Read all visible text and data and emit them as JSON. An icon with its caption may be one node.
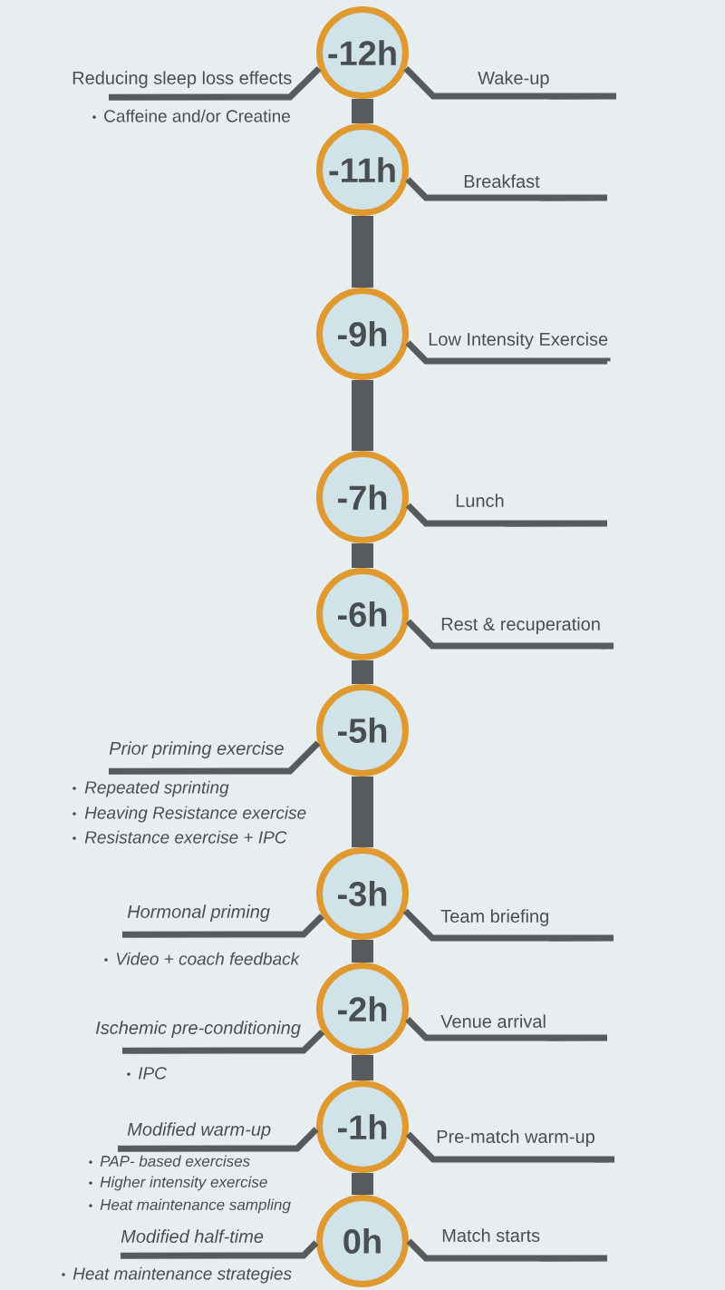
{
  "diagram": {
    "nodes": [
      {
        "text": [
          "Reducing sleep loss effects"
        ],
        "beside": [
          "Caffeine and/or Creatine"
        ]
      },
      {
        "text": [
          "-12h"
        ]
      },
      {
        "text": [
          "Wake-up"
        ]
      },
      {
        "text": [
          "-11h"
        ]
      },
      {
        "text": [
          "Breakfast"
        ]
      },
      {
        "text": [
          "-9h"
        ]
      },
      {
        "text": [
          "Low Intensity Exercise"
        ]
      },
      {
        "text": [
          "-7h"
        ]
      },
      {
        "text": [
          "Lunch"
        ]
      },
      {
        "text": [
          "-6h"
        ]
      },
      {
        "text": [
          "Rest & recuperation"
        ]
      },
      {
        "text": [
          "Prior priming exercise"
        ],
        "beside": [
          "Repeated sprinting",
          "Heaving Resistance exercise",
          "Resistance exercise + IPC"
        ]
      },
      {
        "text": [
          "-5h"
        ]
      },
      {
        "text": [
          "Hormonal priming"
        ],
        "beside": [
          "Video + coach feedback"
        ]
      },
      {
        "text": [
          "-3h"
        ]
      },
      {
        "text": [
          "Team briefing"
        ]
      },
      {
        "text": [
          "Ischemic pre-conditioning"
        ],
        "beside": [
          "IPC"
        ]
      },
      {
        "text": [
          "-2h"
        ]
      },
      {
        "text": [
          "Venue arrival"
        ]
      },
      {
        "text": [
          "Modified warm-up"
        ],
        "beside": [
          "PAP- based exercises",
          "Higher intensity exercise",
          "Heat maintenance sampling"
        ]
      },
      {
        "text": [
          "-1h"
        ]
      },
      {
        "text": [
          "Pre-match warm-up"
        ]
      },
      {
        "text": [
          "Modified half-time"
        ],
        "beside": [
          "Heat maintenance strategies"
        ]
      },
      {
        "text": [
          "0h"
        ]
      },
      {
        "text": [
          "Match starts"
        ]
      }
    ],
    "edges": [
      {
        "from": 1,
        "to": 0,
        "arrow": "none"
      },
      {
        "from": 1,
        "to": 2,
        "arrow": "none"
      },
      {
        "from": 1,
        "to": 3,
        "arrow": "none",
        "style": "thick"
      },
      {
        "from": 3,
        "to": 4,
        "arrow": "none"
      },
      {
        "from": 3,
        "to": 5,
        "arrow": "none",
        "style": "thick"
      },
      {
        "from": 5,
        "to": 6,
        "arrow": "none"
      },
      {
        "from": 5,
        "to": 7,
        "arrow": "none",
        "style": "thick"
      },
      {
        "from": 7,
        "to": 8,
        "arrow": "none"
      },
      {
        "from": 7,
        "to": 9,
        "arrow": "none",
        "style": "thick"
      },
      {
        "from": 9,
        "to": 10,
        "arrow": "none"
      },
      {
        "from": 9,
        "to": 12,
        "arrow": "none",
        "style": "thick"
      },
      {
        "from": 12,
        "to": 11,
        "arrow": "none"
      },
      {
        "from": 12,
        "to": 14,
        "arrow": "none",
        "style": "thick"
      },
      {
        "from": 14,
        "to": 13,
        "arrow": "none"
      },
      {
        "from": 14,
        "to": 15,
        "arrow": "none"
      },
      {
        "from": 14,
        "to": 17,
        "arrow": "none",
        "style": "thick"
      },
      {
        "from": 17,
        "to": 16,
        "arrow": "none"
      },
      {
        "from": 17,
        "to": 18,
        "arrow": "none"
      },
      {
        "from": 17,
        "to": 20,
        "arrow": "none",
        "style": "thick"
      },
      {
        "from": 20,
        "to": 19,
        "arrow": "none"
      },
      {
        "from": 20,
        "to": 21,
        "arrow": "none"
      },
      {
        "from": 20,
        "to": 23,
        "arrow": "none",
        "style": "thick"
      },
      {
        "from": 23,
        "to": 22,
        "arrow": "none"
      },
      {
        "from": 23,
        "to": 24,
        "arrow": "none"
      }
    ]
  }
}
